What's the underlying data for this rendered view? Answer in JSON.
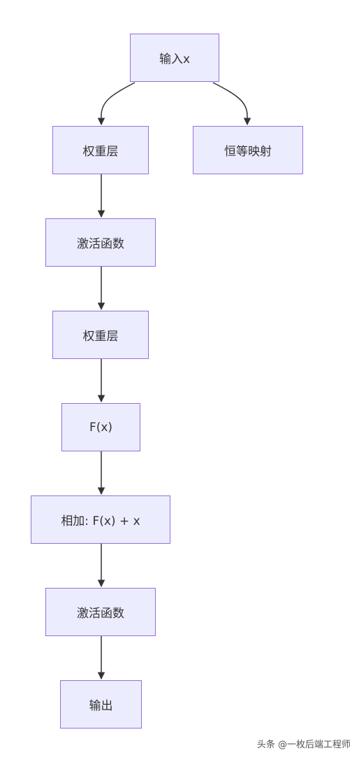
{
  "nodes": {
    "input": "输入x",
    "weight1": "权重层",
    "identity": "恒等映射",
    "activation1": "激活函数",
    "weight2": "权重层",
    "fx": "F(x)",
    "add": "相加: F(x) + x",
    "activation2": "激活函数",
    "output": "输出"
  },
  "watermark": "头条 @一枚后端工程师",
  "colors": {
    "node_fill": "#ececff",
    "node_border": "#9370db",
    "edge": "#333333",
    "text": "#333333"
  }
}
